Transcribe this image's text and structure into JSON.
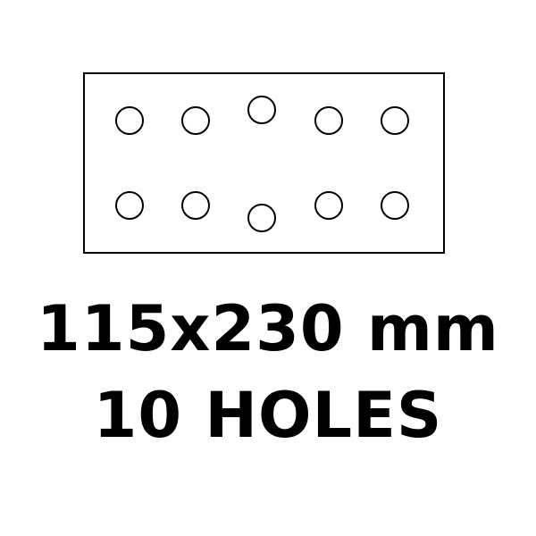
{
  "product": {
    "dimensions_label": "115x230 mm",
    "holes_label": "10 HOLES"
  },
  "diagram": {
    "hole_count": 10,
    "stroke_color": "#000000",
    "fill_color": "#ffffff"
  }
}
